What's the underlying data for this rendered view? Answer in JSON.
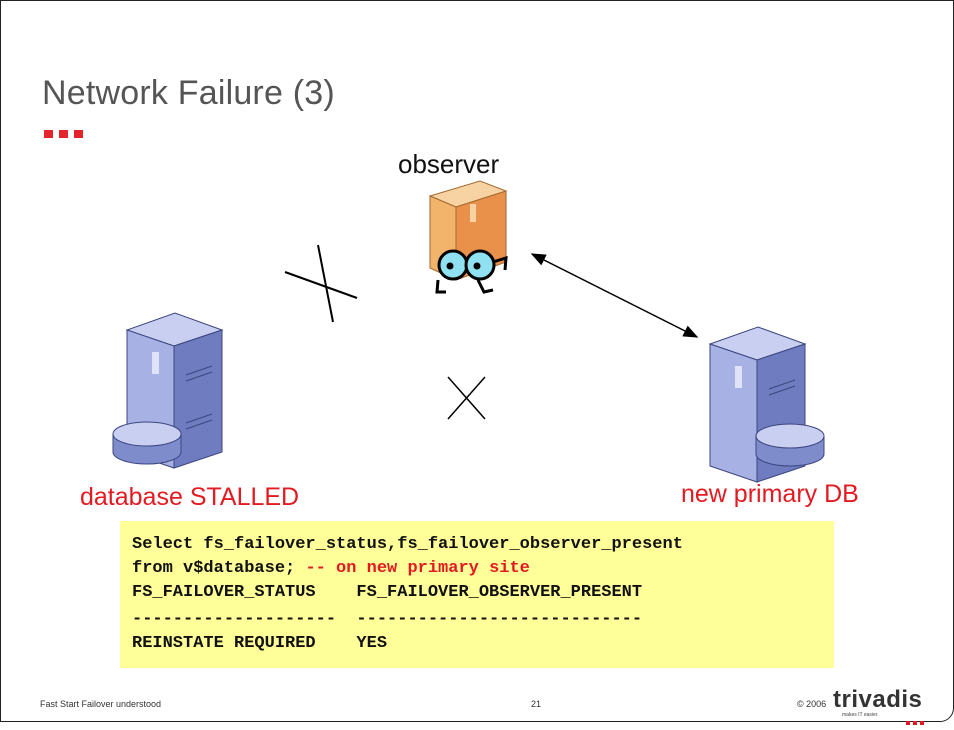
{
  "slide": {
    "title": "Network Failure (3)"
  },
  "diagram": {
    "observer_label": "observer",
    "left_label": "database STALLED",
    "right_label": "new primary DB",
    "colors": {
      "label_red": "#e21b22",
      "server_blue": "#8e9bd1",
      "observer_orange": "#f0a860"
    }
  },
  "code": {
    "line1": "Select fs_failover_status,fs_failover_observer_present",
    "line2_sql": "from v$database; ",
    "line2_comment": "-- on new primary site",
    "line3": "FS_FAILOVER_STATUS    FS_FAILOVER_OBSERVER_PRESENT",
    "line4": "--------------------  ----------------------------",
    "line5": "REINSTATE REQUIRED    YES"
  },
  "footer": {
    "left": "Fast Start Failover understood",
    "page": "21",
    "copyright": "© 2006",
    "logo_main": "trivadis",
    "tagline": "makes IT easier."
  }
}
